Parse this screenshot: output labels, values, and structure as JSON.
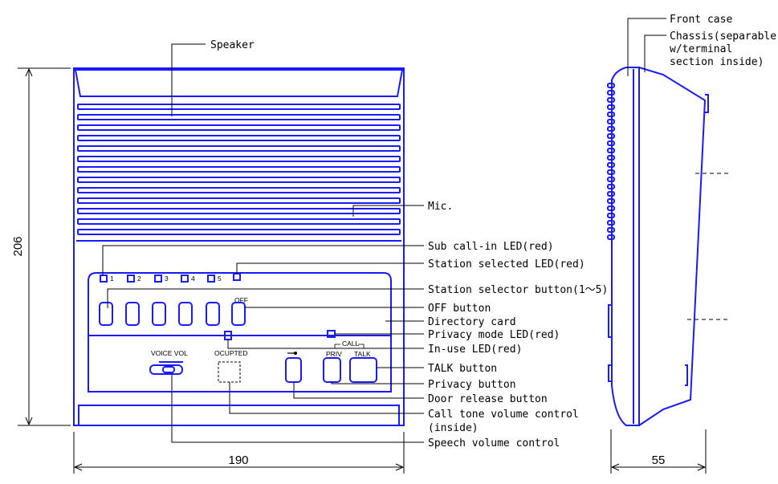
{
  "callouts": {
    "speaker": "Speaker",
    "front_case": "Front case",
    "chassis_1": "Chassis(separable",
    "chassis_2": "w/terminal",
    "chassis_3": "section inside)",
    "mic": "Mic.",
    "sub_call_in_led": "Sub call-in LED(red)",
    "station_selected_led": "Station selected LED(red)",
    "station_selector_button": "Station selector button(1～5)",
    "off_button": "OFF button",
    "directory_card": "Directory card",
    "privacy_mode_led": "Privacy mode LED(red)",
    "in_use_led": "In-use LED(red)",
    "talk_button": "TALK button",
    "privacy_button": "Privacy button",
    "door_release_button": "Door release button",
    "call_tone_volume_1": "Call tone volume control",
    "call_tone_volume_2": "(inside)",
    "speech_volume_control": "Speech volume control"
  },
  "panel_labels": {
    "station_numbers": [
      "1",
      "2",
      "3",
      "4",
      "5"
    ],
    "off": "OFF",
    "voice_vol": "VOICE VOL",
    "ocupted": "OCUPTED",
    "call": "CALL",
    "priv": "PRIV",
    "talk": "TALK"
  },
  "dimensions": {
    "height": "206",
    "width": "190",
    "depth": "55"
  },
  "colors": {
    "outline": "#1a1aff",
    "leader": "#000000"
  }
}
